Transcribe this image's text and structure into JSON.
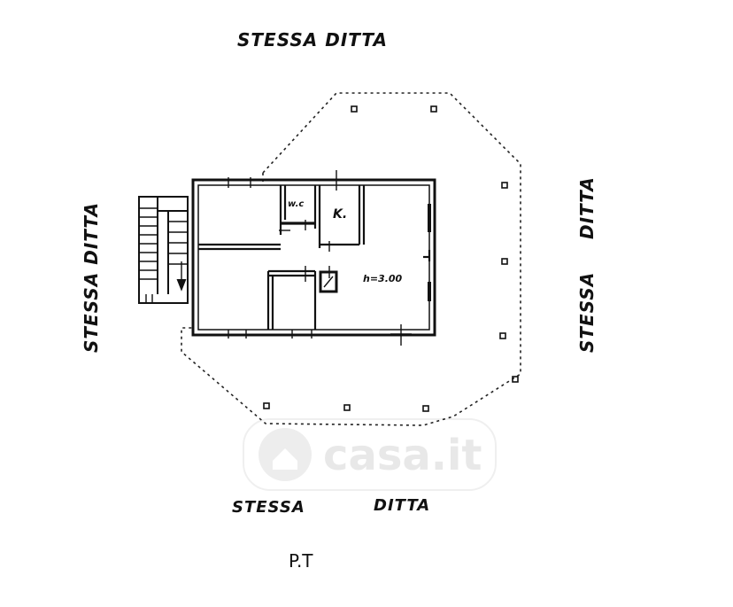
{
  "labels": {
    "top": "STESSA DITTA",
    "left": "STESSA DITTA",
    "right_upper": "DITTA",
    "right_lower": "STESSA",
    "bottom_left": "STESSA",
    "bottom_right": "DITTA",
    "floor": "P.T"
  },
  "rooms": {
    "wc": "w.c",
    "kitchen": "K.",
    "height": "h=3.00"
  },
  "watermark": "casa.it",
  "colors": {
    "ink": "#111111",
    "watermark": "#e6e6e6"
  }
}
